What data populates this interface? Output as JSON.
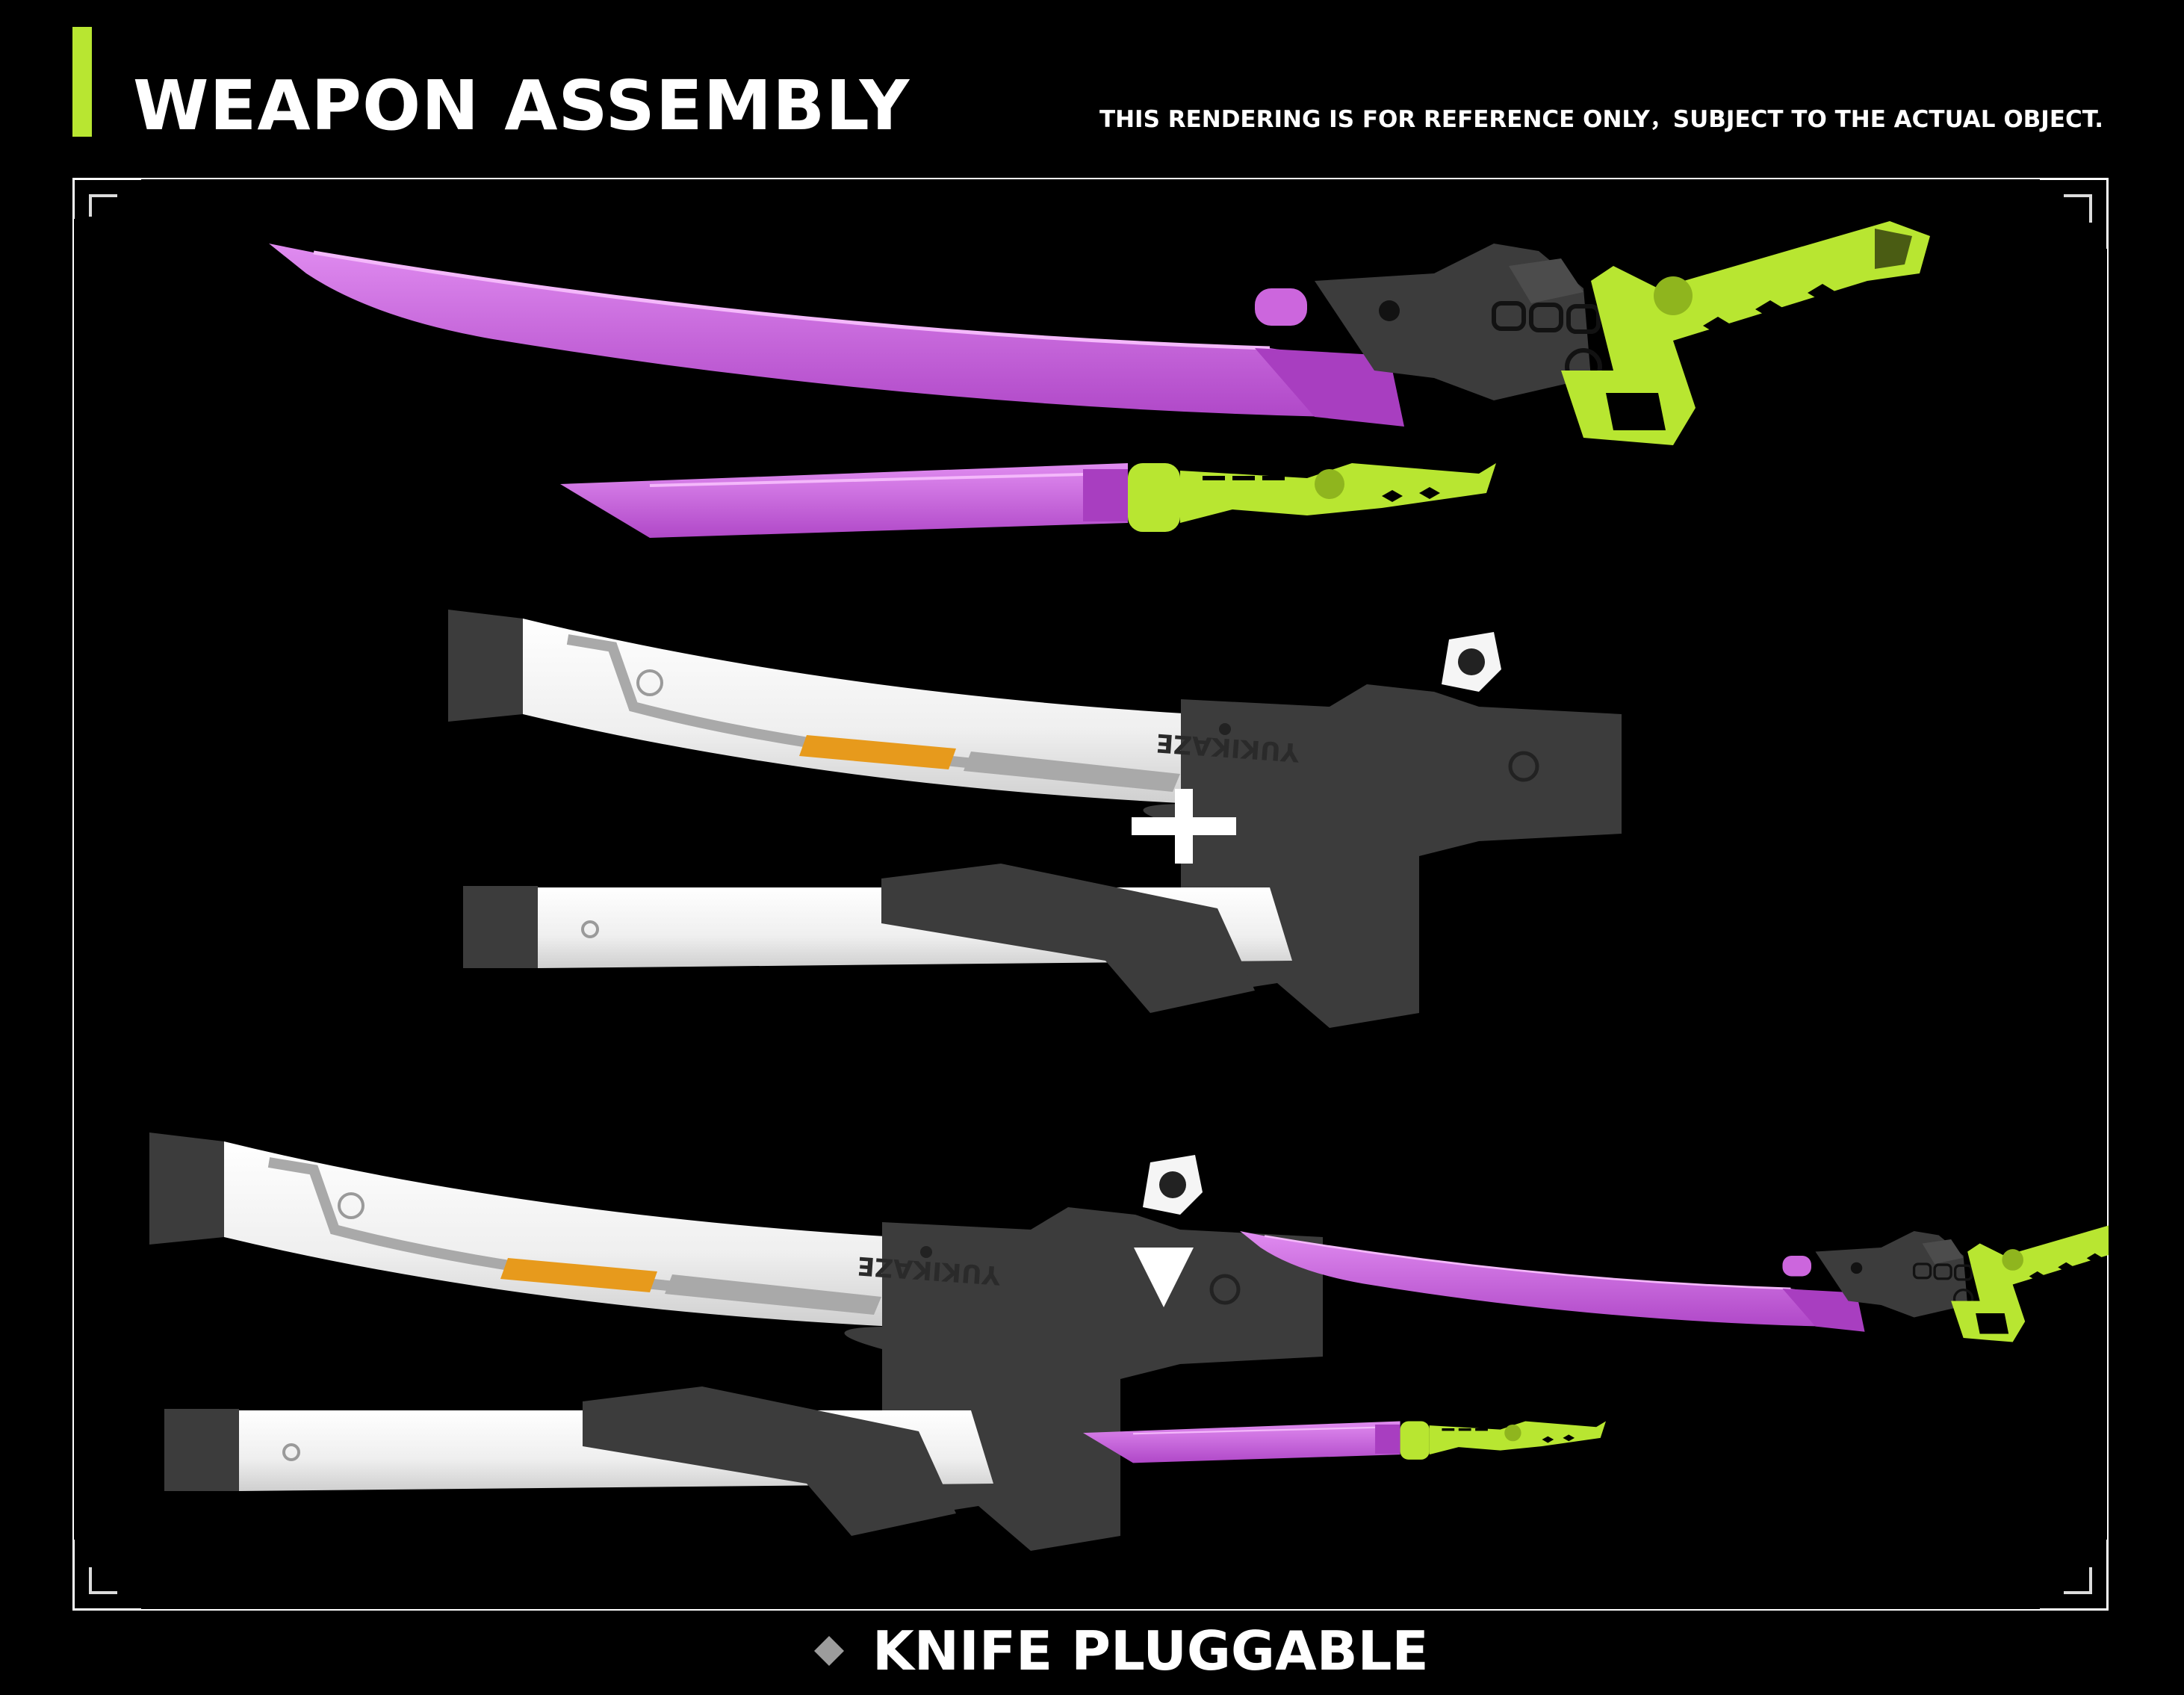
{
  "header": {
    "title": "WEAPON ASSEMBLY",
    "disclaimer": "THIS RENDERING IS FOR REFERENCE ONLY，SUBJECT TO THE ACTUAL OBJECT."
  },
  "scabbard_text": "YUKIKAZE",
  "symbols": {
    "plus": "+",
    "result_arrow": "▼"
  },
  "caption": {
    "bullet_icon": "diamond-icon",
    "text": "KNIFE PLUGGABLE"
  },
  "colors": {
    "accent": "#b8e631",
    "blade": "#cc66dd",
    "scabbard": "#eeeeee",
    "housing": "#3c3c3c",
    "stripe_orange": "#e79a1c",
    "stripe_gray": "#a9a9a9",
    "frame": "#ffffff",
    "background": "#000000",
    "caption_icon": "#9c9c9c"
  }
}
